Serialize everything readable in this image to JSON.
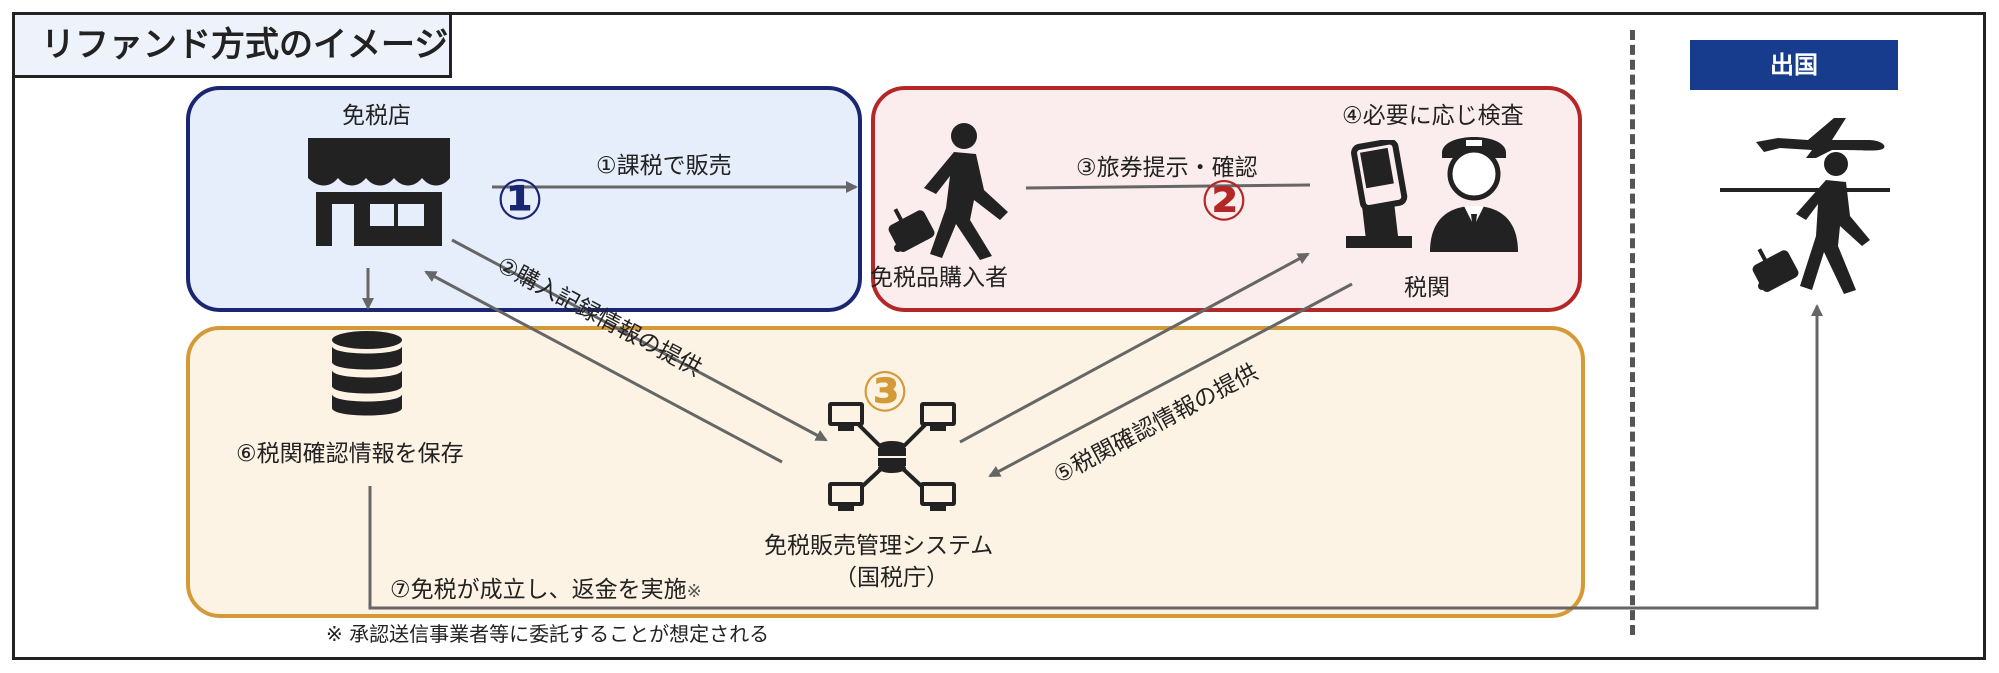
{
  "header": {
    "title": "リファンド方式のイメージ",
    "exit_label": "出国"
  },
  "regions": {
    "one_marker": "①",
    "two_marker": "②",
    "three_marker": "③"
  },
  "nodes": {
    "shop": "免税店",
    "buyer": "免税品購入者",
    "inspection": "④必要に応じ検査",
    "customs": "税関",
    "save": "⑥税関確認情報を保存",
    "system_line1": "免税販売管理システム",
    "system_line2": "（国税庁）"
  },
  "steps": {
    "taxed_sale": "①課税で販売",
    "provide_record": "②購入記録情報の提供",
    "passport": "③旅券提示・確認",
    "provide_confirm": "⑤税関確認情報の提供",
    "refund": "⑦免税が成立し、返金を実施",
    "refund_mark": "※"
  },
  "footnote": "※ 承認送信事業者等に委託することが想定される",
  "colors": {
    "blue": "#1b2672",
    "red": "#b52727",
    "gold": "#d59a38",
    "navy": "#173c8e",
    "arrow": "#666666",
    "icon": "#222222"
  },
  "icons": [
    "shop-icon",
    "database-icon",
    "traveler-icon",
    "kiosk-icon",
    "customs-officer-icon",
    "network-icon",
    "airplane-icon",
    "departing-traveler-icon"
  ]
}
